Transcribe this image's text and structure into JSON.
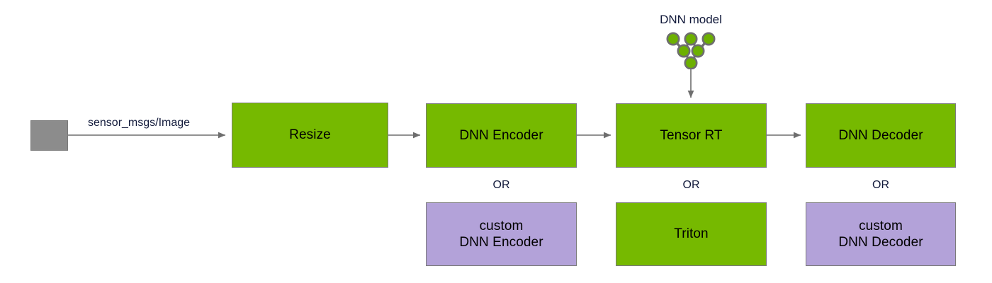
{
  "diagram": {
    "title_hint": "DNN inference pipeline",
    "colors": {
      "green": "#76b900",
      "purple": "#b3a2d9",
      "gray": "#8c8c8c",
      "border": "#7a7a7a",
      "edge": "#6e6e6e",
      "text": "#000000",
      "label_text": "#11193a",
      "background": "#ffffff"
    },
    "source_node": {
      "label": ""
    },
    "edge_labels": {
      "sensor_image": "sensor_msgs/Image"
    },
    "model_source": {
      "label": "DNN model",
      "node_count": 6
    },
    "pipeline": [
      {
        "id": "resize",
        "label": "Resize",
        "color": "green"
      },
      {
        "id": "dnn-encoder",
        "label": "DNN Encoder",
        "color": "green"
      },
      {
        "id": "tensor-rt",
        "label": "Tensor RT",
        "color": "green"
      },
      {
        "id": "dnn-decoder",
        "label": "DNN Decoder",
        "color": "green"
      }
    ],
    "alternatives": [
      {
        "id": "custom-dnn-encoder",
        "or_label": "OR",
        "label": "custom\nDNN Encoder",
        "color": "purple"
      },
      {
        "id": "triton",
        "or_label": "OR",
        "label": "Triton",
        "color": "green"
      },
      {
        "id": "custom-dnn-decoder",
        "or_label": "OR",
        "label": "custom\nDNN Decoder",
        "color": "purple"
      }
    ]
  }
}
